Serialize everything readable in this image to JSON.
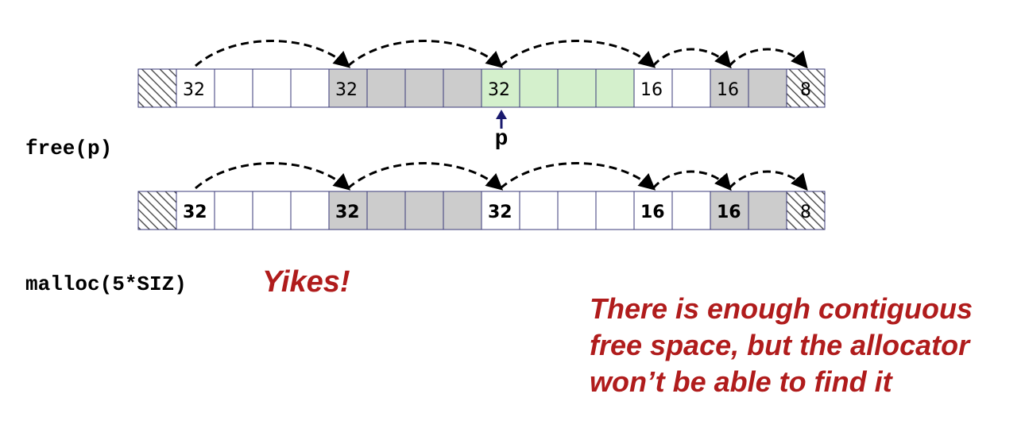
{
  "rows": [
    {
      "cells": [
        {
          "fill": "white",
          "label": "32",
          "bold": false
        },
        {
          "fill": "white"
        },
        {
          "fill": "white"
        },
        {
          "fill": "white"
        },
        {
          "fill": "gray",
          "label": "32",
          "bold": false
        },
        {
          "fill": "gray"
        },
        {
          "fill": "gray"
        },
        {
          "fill": "gray"
        },
        {
          "fill": "green",
          "label": "32",
          "bold": false
        },
        {
          "fill": "green"
        },
        {
          "fill": "green"
        },
        {
          "fill": "green"
        },
        {
          "fill": "white",
          "label": "16",
          "bold": false
        },
        {
          "fill": "white"
        },
        {
          "fill": "gray",
          "label": "16",
          "bold": false
        },
        {
          "fill": "gray"
        }
      ],
      "end_label": "8",
      "links": [
        [
          0,
          4
        ],
        [
          4,
          8
        ],
        [
          8,
          12
        ],
        [
          12,
          14
        ],
        [
          14,
          16
        ]
      ]
    },
    {
      "cells": [
        {
          "fill": "white",
          "label": "32",
          "bold": true
        },
        {
          "fill": "white"
        },
        {
          "fill": "white"
        },
        {
          "fill": "white"
        },
        {
          "fill": "gray",
          "label": "32",
          "bold": true
        },
        {
          "fill": "gray"
        },
        {
          "fill": "gray"
        },
        {
          "fill": "gray"
        },
        {
          "fill": "white",
          "label": "32",
          "bold": true
        },
        {
          "fill": "white"
        },
        {
          "fill": "white"
        },
        {
          "fill": "white"
        },
        {
          "fill": "white",
          "label": "16",
          "bold": true
        },
        {
          "fill": "white"
        },
        {
          "fill": "gray",
          "label": "16",
          "bold": true
        },
        {
          "fill": "gray"
        }
      ],
      "end_label": "8",
      "links": [
        [
          0,
          4
        ],
        [
          4,
          8
        ],
        [
          8,
          12
        ],
        [
          12,
          14
        ],
        [
          14,
          16
        ]
      ]
    }
  ],
  "pointer": {
    "label": "p",
    "cell_index": 8
  },
  "texts": {
    "free_call": "free(p)",
    "malloc_call": "malloc(5*SIZ)",
    "yikes": "Yikes!",
    "note_lines": [
      "There is enough contiguous",
      "free space, but the allocator",
      "won’t be able to find it"
    ]
  },
  "colors": {
    "white": "#ffffff",
    "gray": "#cccccc",
    "green": "#d4f0cc",
    "border": "#3a3a7a",
    "arrow": "#000000",
    "pointer": "#1a1a6e",
    "accent": "#b01c1c"
  }
}
